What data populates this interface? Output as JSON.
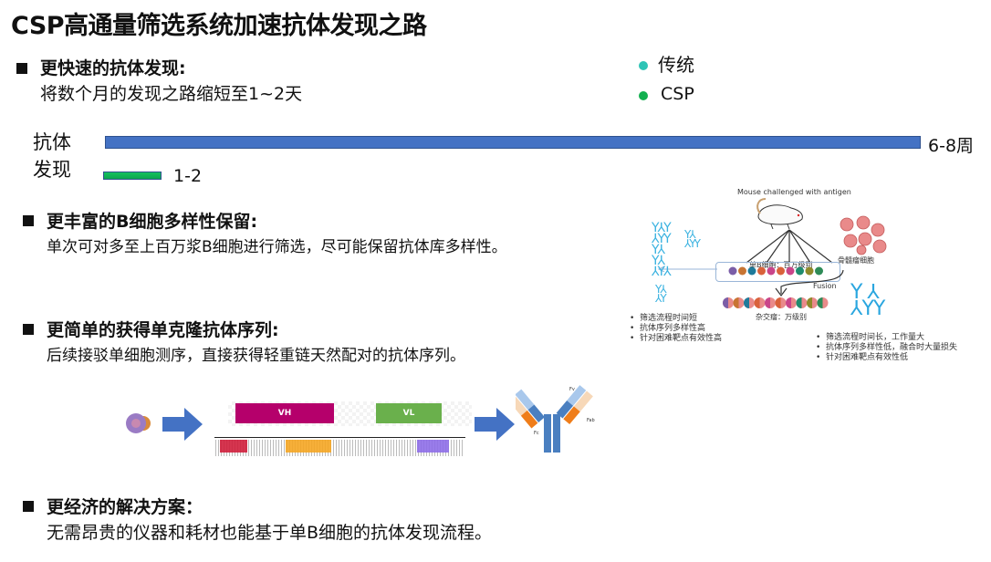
{
  "title": "CSP高通量筛选系统加速抗体发现之路",
  "sections": [
    {
      "heading": "更快速的抗体发现:",
      "text": "将数个月的发现之路缩短至1~2天"
    },
    {
      "heading": "更丰富的B细胞多样性保留:",
      "text": "单次可对多至上百万浆B细胞进行筛选，尽可能保留抗体库多样性。"
    },
    {
      "heading": "更简单的获得单克隆抗体序列:",
      "text": "后续接驳单细胞测序，直接获得轻重链天然配对的抗体序列。"
    },
    {
      "heading": "更经济的解决方案：",
      "text": "无需昂贵的仪器和耗材也能基于单B细胞的抗体发现流程。"
    }
  ],
  "chart": {
    "axis_label_line1": "抗体",
    "axis_label_line2": "发现",
    "legend": [
      {
        "label": "传统",
        "color": "#2ec4b6"
      },
      {
        "label": "CSP",
        "color": "#12b04f"
      }
    ],
    "bars": [
      {
        "name": "传统",
        "value_label": "6-8周",
        "relative_length": 1.0,
        "color": "#4472c4"
      },
      {
        "name": "CSP",
        "value_label": "1-2",
        "relative_length": 0.07,
        "color": "#12b04f"
      }
    ]
  },
  "diagram": {
    "mouse_caption": "Mouse challenged with antigen",
    "single_b_label": "单B细胞：百万级别",
    "myeloma_label": "骨髓瘤细胞",
    "fusion_label": "Fusion",
    "hybridoma_label": "杂交瘤：万级别",
    "left_points": [
      "筛选流程时间短",
      "抗体序列多样性高",
      "针对困难靶点有效性高"
    ],
    "right_points": [
      "筛选流程时间长，工作量大",
      "抗体序列多样性低，融合时大量损失",
      "针对困难靶点有效性低"
    ],
    "b_cell_colors": [
      "#7b5ea7",
      "#c87533",
      "#1f7a9a",
      "#d9623b",
      "#c9458a",
      "#d9623b",
      "#c9458a",
      "#1e8c6e",
      "#8f8a2a",
      "#2e8b57"
    ]
  },
  "sequence": {
    "vh_label": "VH",
    "vl_label": "VL",
    "vh_color": "#b5006b",
    "vl_color": "#6ab04c",
    "fv_label": "Fv",
    "fab_label": "Fab",
    "fc_label": "Fc"
  }
}
